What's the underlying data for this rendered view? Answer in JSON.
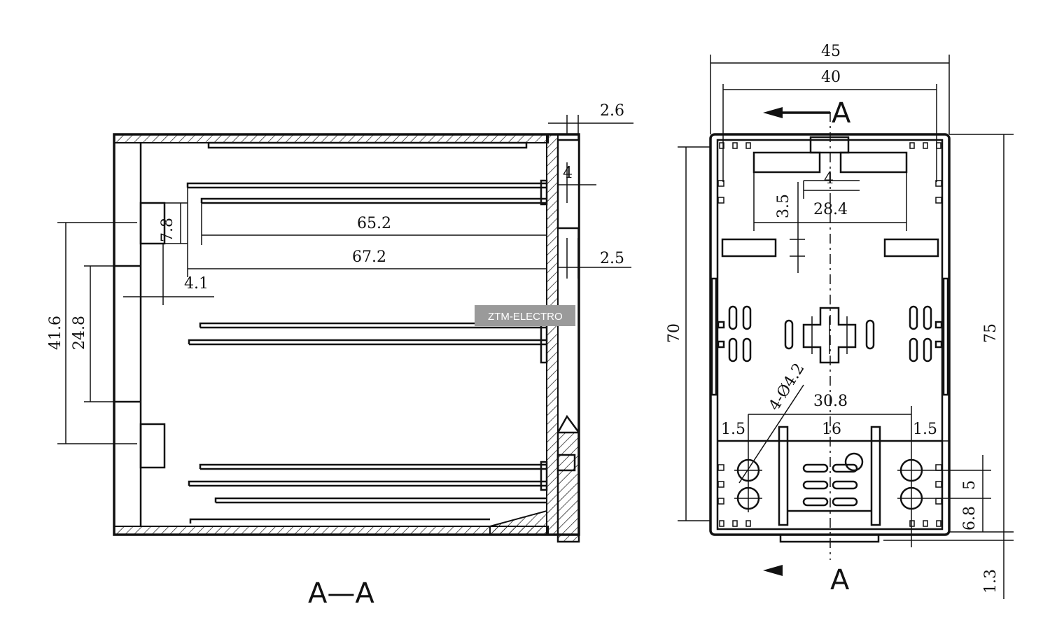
{
  "section_view": {
    "label": "A—A",
    "dims": {
      "d_2_6": "2.6",
      "d_4": "4",
      "d_65_2": "65.2",
      "d_67_2": "67.2",
      "d_2_5": "2.5",
      "d_4_1": "4.1",
      "d_7_8": "7.8",
      "d_41_6": "41.6",
      "d_24_8": "24.8"
    }
  },
  "top_view": {
    "section_mark_top": "A",
    "section_mark_bottom": "A",
    "dims": {
      "d_45": "45",
      "d_40": "40",
      "d_4": "4",
      "d_3_5": "3.5",
      "d_28_4": "28.4",
      "d_70": "70",
      "d_75": "75",
      "d_holes": "4-Ø4.2",
      "d_30_8": "30.8",
      "d_16": "16",
      "d_1_5_left": "1.5",
      "d_1_5_right": "1.5",
      "d_5": "5",
      "d_6_8": "6.8",
      "d_1_3": "1.3"
    }
  },
  "watermark": "ZTM-ELECTRO",
  "colors": {
    "line": "#111111",
    "background": "#ffffff",
    "watermark_bg": "#9a9a9a"
  }
}
